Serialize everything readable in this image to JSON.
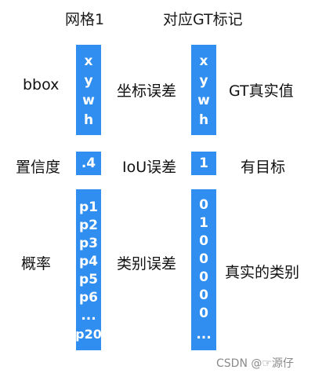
{
  "headers": {
    "grid": "网格1",
    "gt": "对应GT标记"
  },
  "rows": {
    "bbox": {
      "left_label": "bbox",
      "grid_values": [
        "x",
        "y",
        "w",
        "h"
      ],
      "mid_label": "坐标误差",
      "gt_values": [
        "x",
        "y",
        "w",
        "h"
      ],
      "right_label": "GT真实值"
    },
    "confidence": {
      "left_label": "置信度",
      "grid_value": ".4",
      "mid_label": "IoU误差",
      "gt_value": "1",
      "right_label": "有目标"
    },
    "probability": {
      "left_label": "概率",
      "grid_values": [
        "p1",
        "p2",
        "p3",
        "p4",
        "p5",
        "p6",
        "...",
        "p20"
      ],
      "mid_label": "类别误差",
      "gt_values": [
        "0",
        "1",
        "0",
        "0",
        "0",
        "0",
        "0",
        "..."
      ],
      "right_label": "真实的类别"
    }
  },
  "watermark": "CSDN @☞源仔",
  "colors": {
    "bar": "#2f8ef0",
    "bar_text": "#ffffff"
  }
}
